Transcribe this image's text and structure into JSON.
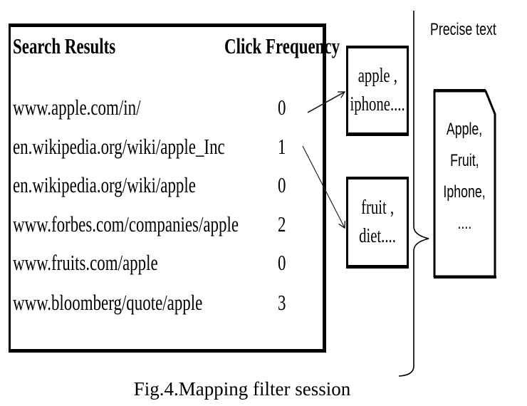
{
  "figure": {
    "caption": "Fig.4.Mapping filter session"
  },
  "table": {
    "headers": {
      "results": "Search Results",
      "frequency": "Click Frequency"
    },
    "rows": [
      {
        "url": "www.apple.com/in/",
        "clicks": "0"
      },
      {
        "url": "en.wikipedia.org/wiki/apple_Inc",
        "clicks": "1"
      },
      {
        "url": "en.wikipedia.org/wiki/apple",
        "clicks": "0"
      },
      {
        "url": "www.forbes.com/companies/apple",
        "clicks": "2"
      },
      {
        "url": "www.fruits.com/apple",
        "clicks": "0"
      },
      {
        "url": "www.bloomberg/quote/apple",
        "clicks": "3"
      }
    ]
  },
  "keyword_boxes": [
    {
      "line1": "apple ,",
      "line2": "iphone...."
    },
    {
      "line1": "fruit ,",
      "line2": "diet...."
    }
  ],
  "precise_text": {
    "label": "Precise text",
    "terms": [
      "Apple,",
      "Fruit,",
      "Iphone,",
      "...."
    ]
  },
  "mappings": [
    {
      "from_row": 0,
      "to_box": 0
    },
    {
      "from_row": 1,
      "to_box": 1
    }
  ]
}
